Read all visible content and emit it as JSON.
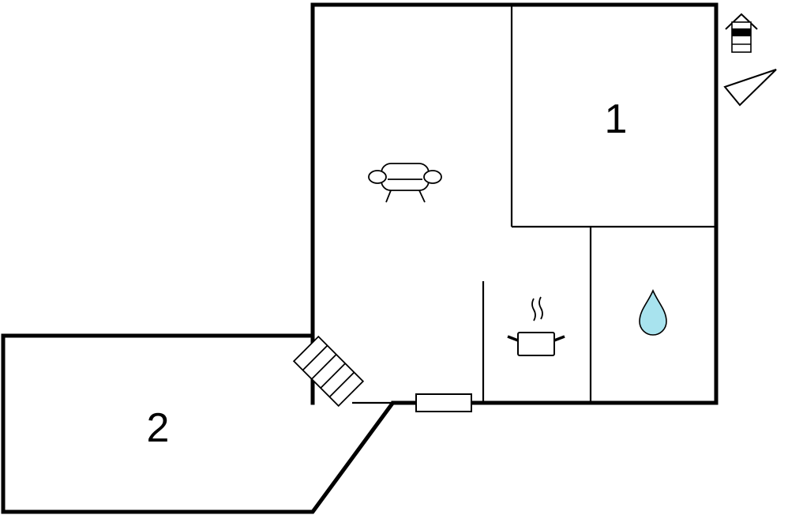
{
  "rooms": [
    {
      "id": "room-1",
      "label": "1"
    },
    {
      "id": "room-2",
      "label": "2"
    }
  ],
  "icons": [
    "sofa-icon",
    "cooking-pot-icon",
    "water-drop-icon",
    "stairs-icon",
    "door-icon",
    "house-floor-icon",
    "north-arrow-icon"
  ],
  "colors": {
    "wall": "#000000",
    "background": "#ffffff",
    "water": "#a8e3ee"
  }
}
